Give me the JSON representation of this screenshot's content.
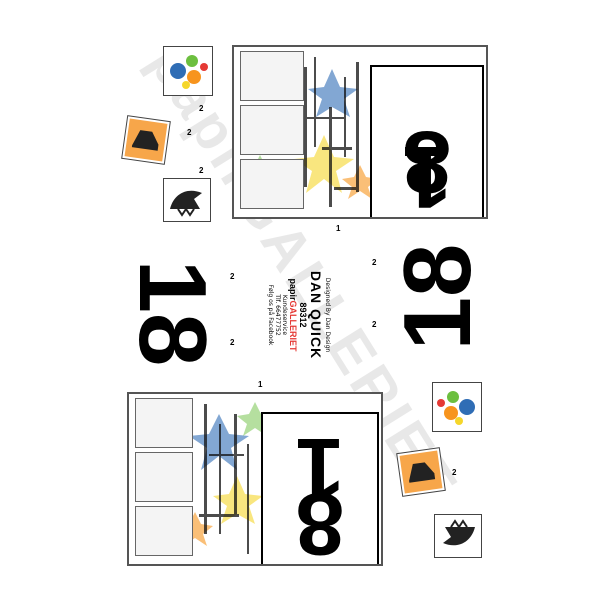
{
  "watermark": "papirGALLERIET",
  "big_number": "18",
  "count_labels": [
    "2",
    "2",
    "2",
    "2",
    "2",
    "2",
    "2",
    "2",
    "1",
    "1"
  ],
  "center_label": {
    "line1": "Designed By Dan Design",
    "line2": "DAN QUICK",
    "line3": "89312",
    "brand_prefix": "papir",
    "brand_suffix": "GALLERIET",
    "info1": "Kundeservice",
    "info2": "Tlf. 66477752",
    "info3": "Følg os på Facebook"
  },
  "colors": {
    "ink": "#000000",
    "brand_accent": "#e53935",
    "panel_border": "#555555",
    "star_orange": "#f7941d",
    "star_blue": "#2f6db5",
    "star_green": "#6cbf3f",
    "star_yellow": "#f5d62a"
  },
  "icons": [
    "colored-dots-icon",
    "shoe-icon",
    "bird-icon"
  ]
}
